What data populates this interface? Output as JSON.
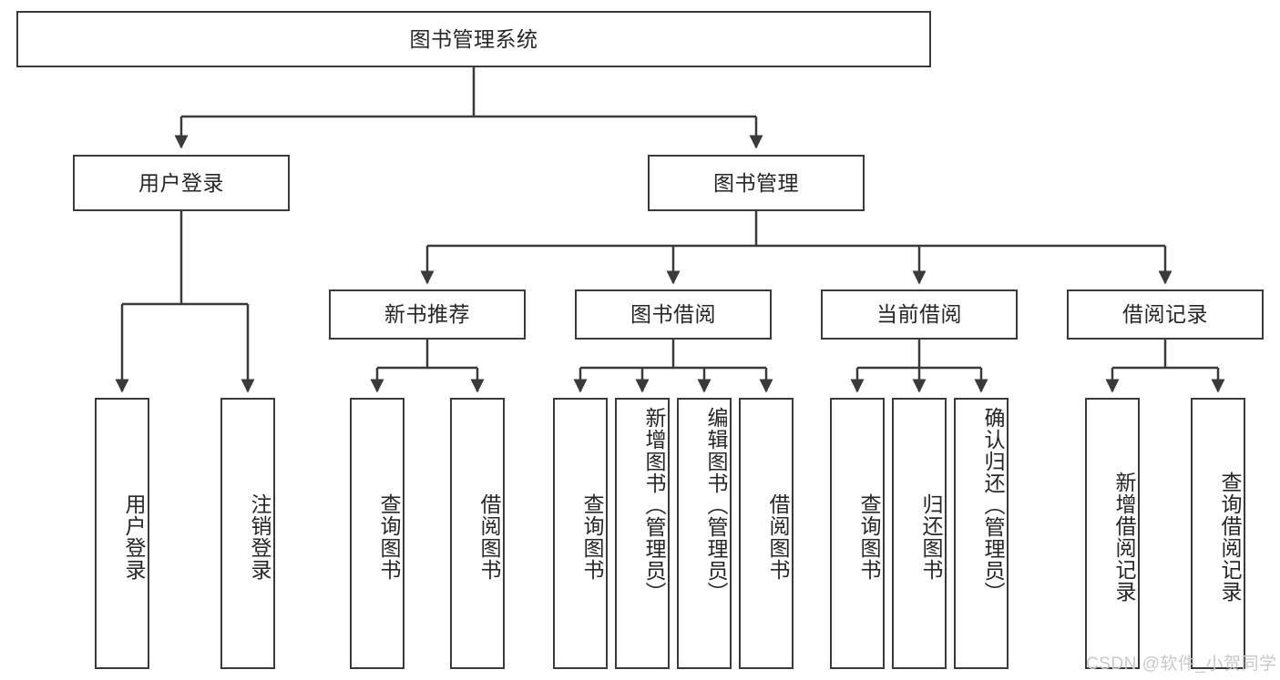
{
  "diagram": {
    "type": "tree",
    "title": "图书管理系统",
    "orientation": "top-down",
    "levels": 4,
    "colors": {
      "box_border": "#3a3a3a",
      "box_fill": "#ffffff",
      "connector": "#3a3a3a",
      "text": "#262626",
      "watermark": "#c9c9c9",
      "background": "#ffffff"
    }
  },
  "root": {
    "label": "图书管理系统"
  },
  "level1": [
    {
      "label": "用户登录"
    },
    {
      "label": "图书管理"
    }
  ],
  "level2": [
    {
      "label": "新书推荐"
    },
    {
      "label": "图书借阅"
    },
    {
      "label": "当前借阅"
    },
    {
      "label": "借阅记录"
    }
  ],
  "leaves": {
    "user_login": [
      {
        "label": "用户登录"
      },
      {
        "label": "注销登录"
      }
    ],
    "new_book_recommend": [
      {
        "label": "查询图书"
      },
      {
        "label": "借阅图书"
      }
    ],
    "book_borrow": [
      {
        "label": "查询图书"
      },
      {
        "label": "新增图书（管理员）"
      },
      {
        "label": "编辑图书（管理员）"
      },
      {
        "label": "借阅图书"
      }
    ],
    "current_borrow": [
      {
        "label": "查询图书"
      },
      {
        "label": "归还图书"
      },
      {
        "label": "确认归还（管理员）"
      }
    ],
    "borrow_record": [
      {
        "label": "新增借阅记录"
      },
      {
        "label": "查询借阅记录"
      }
    ]
  },
  "watermark": {
    "text": "CSDN @软件_小贺同学"
  }
}
